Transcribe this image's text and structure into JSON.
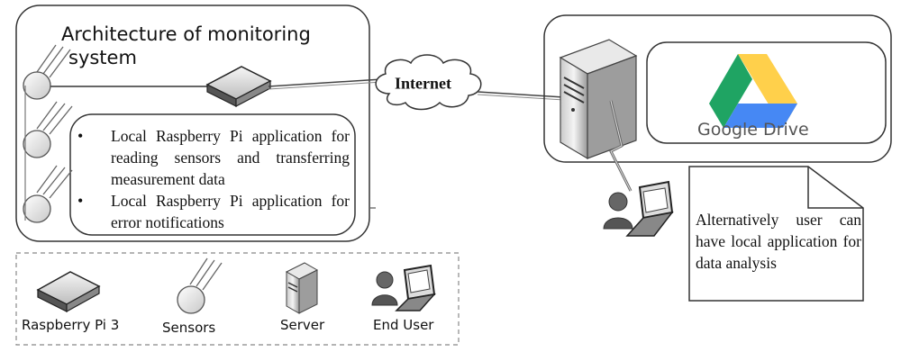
{
  "title": "Architecture of monitoring system",
  "internet_label": "Internet",
  "local_apps": [
    "Local Raspberry Pi application for reading sensors and transferring measurement data",
    "Local Raspberry Pi application for error notifications"
  ],
  "cloud_service": "Google Drive",
  "note": "Alternatively user can have local application for data analysis",
  "legend": {
    "raspberry": "Raspberry Pi 3",
    "sensors": "Sensors",
    "server": "Server",
    "end_user": "End User"
  },
  "colors": {
    "drive_green": "#1fa463",
    "drive_yellow": "#ffd04b",
    "drive_blue": "#4688f4"
  }
}
